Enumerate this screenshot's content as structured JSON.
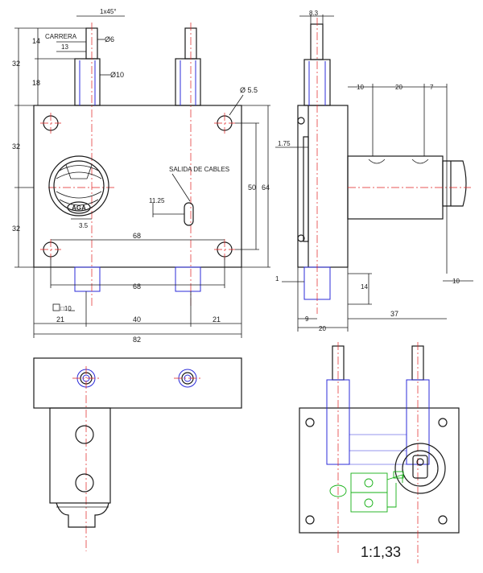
{
  "front_view": {
    "labels": {
      "chamfer": "1x45°",
      "carrera": "CARRERA",
      "phi6": "Ø6",
      "phi10": "Ø10",
      "phi55": "Ø 5.5",
      "salida": "SALIDA DE CABLES",
      "logo": "AGA",
      "square": "□10"
    },
    "dims": {
      "left_32_top": "32",
      "left_32_mid": "32",
      "left_32_bot": "32",
      "d14": "14",
      "d13": "13",
      "d18": "18",
      "d1125": "11.25",
      "d35": "3.5",
      "d68_top": "68",
      "d68_bot": "68",
      "d50": "50",
      "d64": "64",
      "d21_left": "21",
      "d40": "40",
      "d21_right": "21",
      "d82": "82"
    }
  },
  "side_view": {
    "dims": {
      "d83": "8.3",
      "d10_top": "10",
      "d20_top": "20",
      "d7": "7",
      "d175": "1.75",
      "d1": "1",
      "d14": "14",
      "d10_right": "10",
      "d9": "9",
      "d20_bot": "20",
      "d37": "37"
    }
  },
  "iso_view": {
    "scale": "1:1,33"
  }
}
